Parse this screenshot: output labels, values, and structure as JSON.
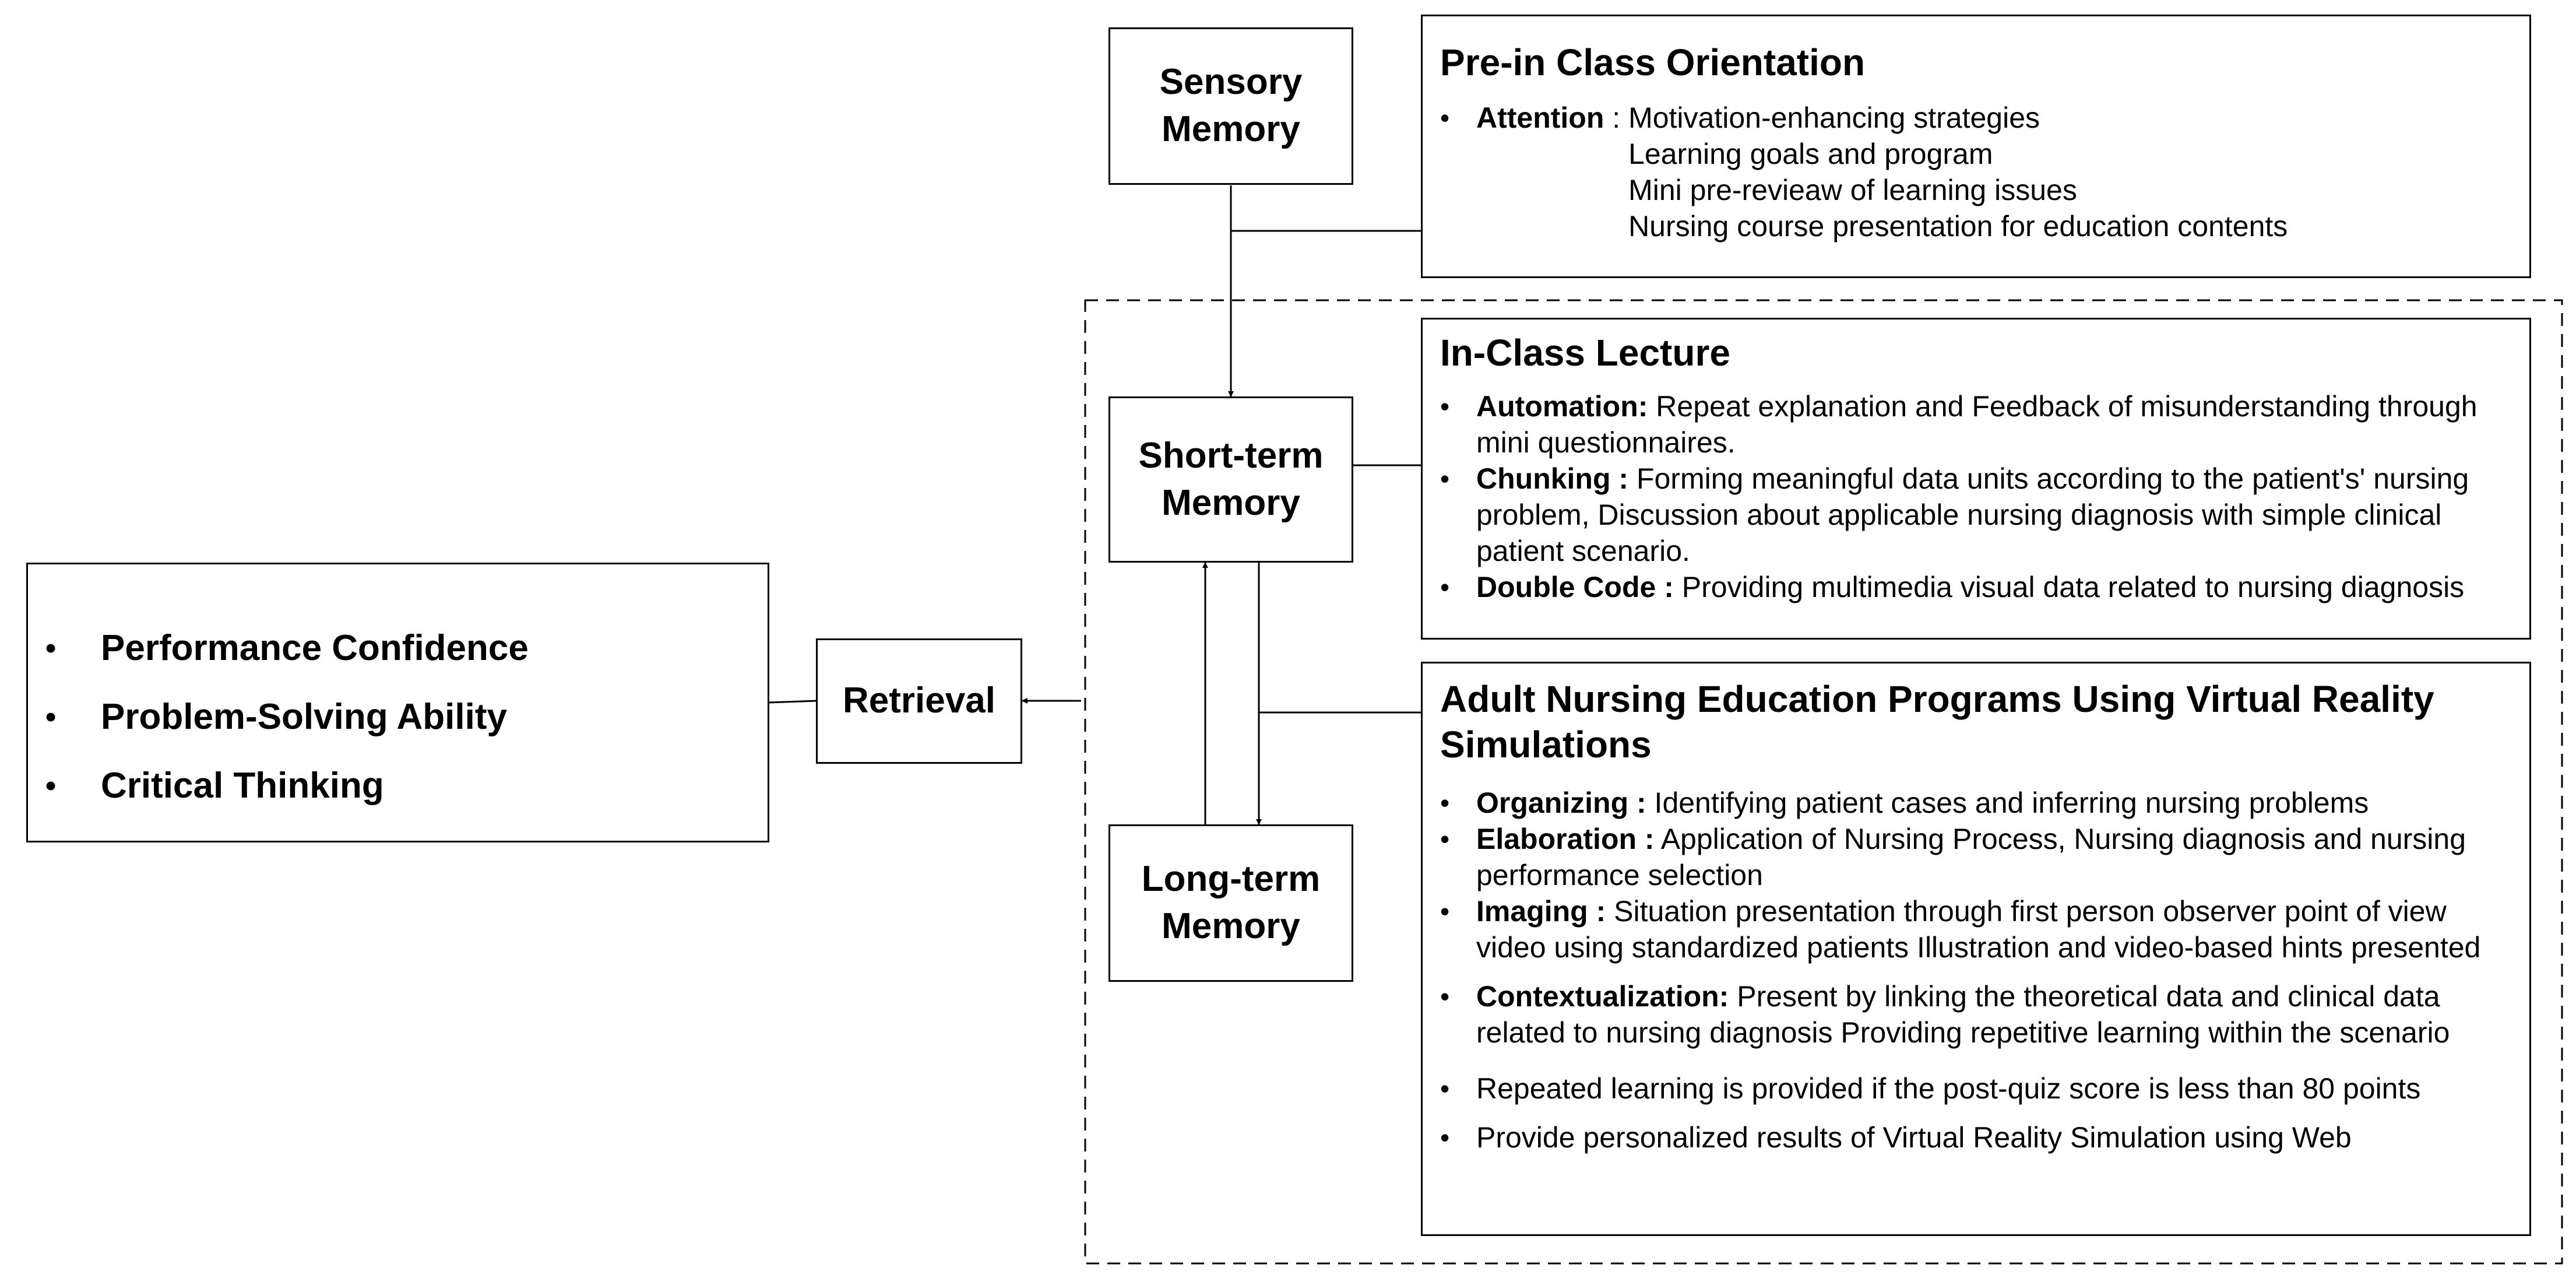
{
  "memory": {
    "sensory": [
      "Sensory",
      "Memory"
    ],
    "short_term": [
      "Short-term",
      "Memory"
    ],
    "long_term": [
      "Long-term",
      "Memory"
    ]
  },
  "retrieval": "Retrieval",
  "outcomes": [
    "Performance Confidence",
    "Problem-Solving Ability",
    "Critical Thinking"
  ],
  "pre_class": {
    "title": "Pre-in Class Orientation",
    "term": "Attention",
    "separator": " : ",
    "lines": [
      "Motivation-enhancing strategies",
      "Learning goals and program",
      "Mini pre-revieaw of learning issues",
      "Nursing course presentation for education contents"
    ]
  },
  "in_class": {
    "title": "In-Class Lecture",
    "items": [
      {
        "term": "Automation:",
        "text": " Repeat explanation and Feedback of misunderstanding through mini questionnaires."
      },
      {
        "term": "Chunking :",
        "text": " Forming meaningful data units according to the patient's' nursing problem, Discussion about applicable nursing diagnosis with simple clinical patient scenario."
      },
      {
        "term": "Double Code :",
        "text": " Providing multimedia visual data related to nursing diagnosis"
      }
    ]
  },
  "vr_program": {
    "title": "Adult Nursing Education Programs Using Virtual Reality Simulations",
    "items": [
      {
        "term": "Organizing :",
        "text": " Identifying patient cases and inferring nursing problems"
      },
      {
        "term": "Elaboration :",
        "text": " Application of Nursing Process, Nursing diagnosis and nursing performance selection"
      },
      {
        "term": "Imaging :",
        "text": " Situation presentation through first person observer point of view video using standardized patients Illustration and video-based hints presented"
      },
      {
        "term": "Contextualization:",
        "text": " Present by linking the theoretical data and clinical data related to nursing diagnosis Providing repetitive learning within the scenario"
      },
      {
        "term": "",
        "text": "Repeated learning is provided if the post-quiz score is less than 80 points"
      },
      {
        "term": "",
        "text": "Provide personalized results of Virtual Reality Simulation using Web"
      }
    ]
  }
}
